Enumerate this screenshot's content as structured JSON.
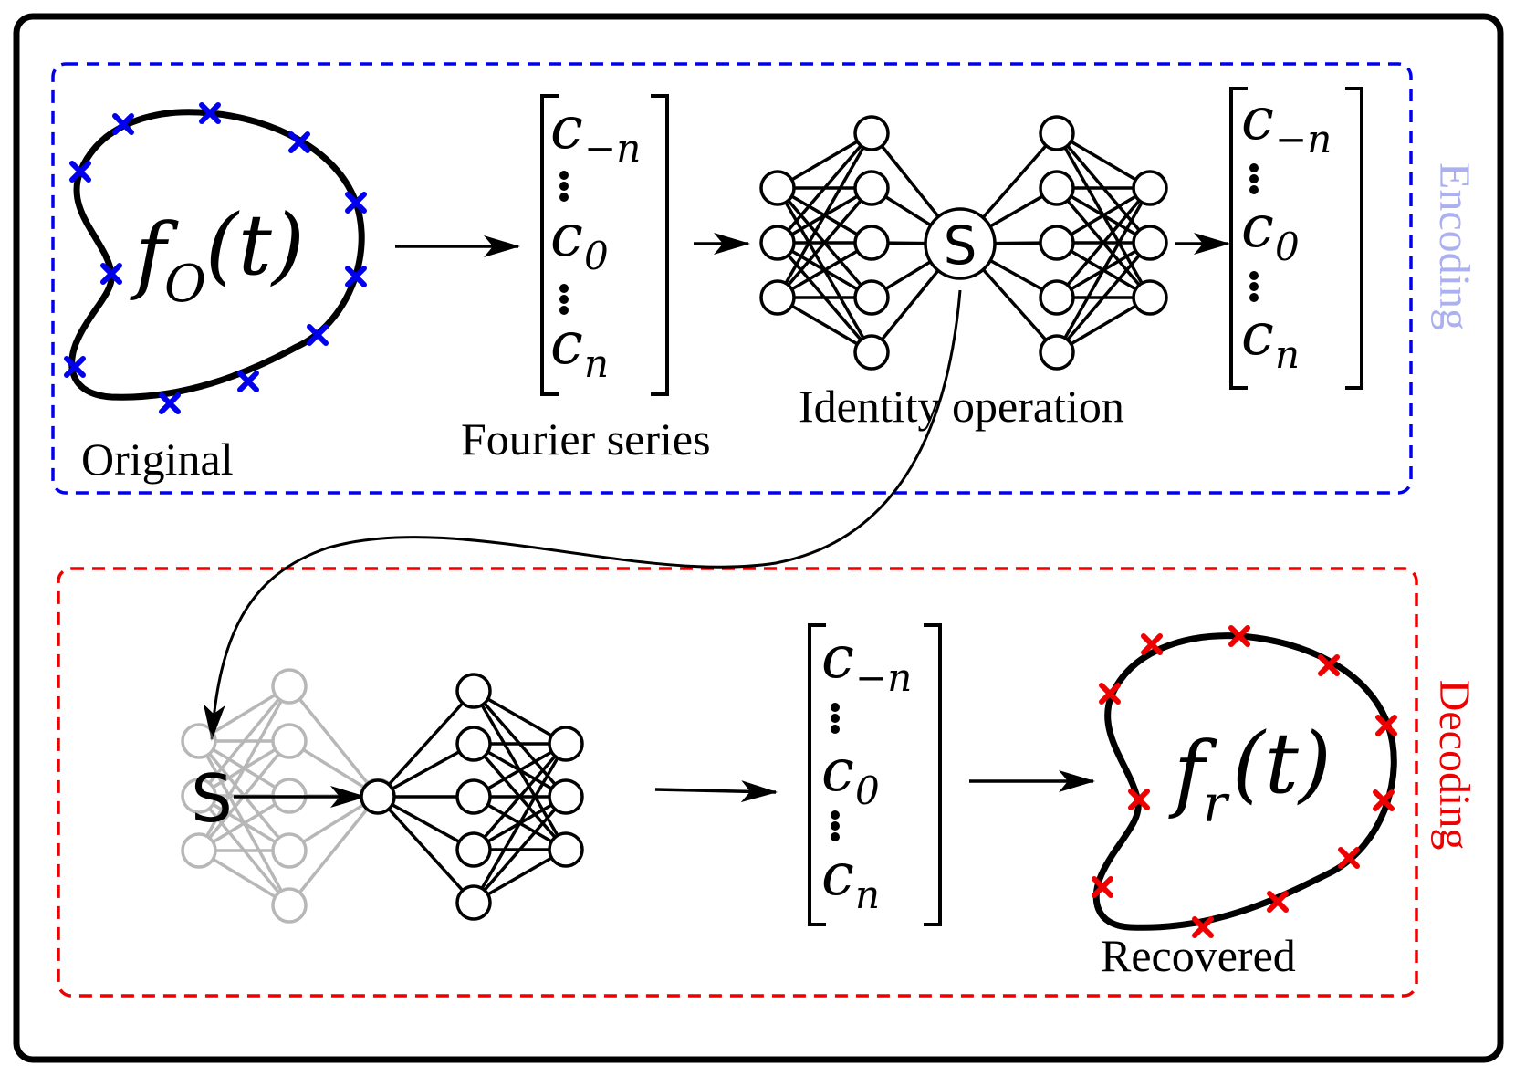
{
  "encoding": {
    "section_label": "Encoding",
    "section_color": "#0000ee",
    "section_label_color": "#aab0f0",
    "original_label": "Original",
    "original_function": {
      "base": "f",
      "subscript": "O",
      "argument": "(t)"
    },
    "fourier_label": "Fourier series",
    "identity_label": "Identity operation",
    "bottleneck_symbol": "S",
    "coeff_top": {
      "base": "c",
      "subscript": "−n"
    },
    "coeff_mid": {
      "base": "c",
      "subscript": "0"
    },
    "coeff_bot": {
      "base": "c",
      "subscript": "n"
    }
  },
  "decoding": {
    "section_label": "Decoding",
    "section_color": "#ee0000",
    "recovered_label": "Recovered",
    "recovered_function": {
      "base": "f",
      "subscript": "r",
      "argument": "(t)"
    },
    "bottleneck_symbol": "S",
    "coeff_top": {
      "base": "c",
      "subscript": "−n"
    },
    "coeff_mid": {
      "base": "c",
      "subscript": "0"
    },
    "coeff_bot": {
      "base": "c",
      "subscript": "n"
    }
  },
  "marker_colors": {
    "original": "#0000ee",
    "recovered": "#ee0000"
  }
}
